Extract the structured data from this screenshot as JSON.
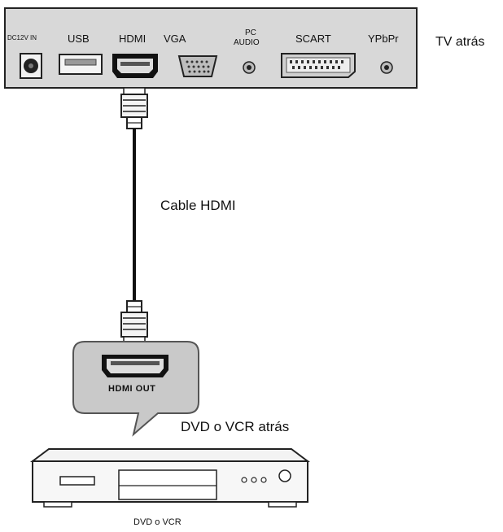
{
  "tv_panel": {
    "side_label": "TV atrás",
    "ports": {
      "dc": "DC12V IN",
      "usb": "USB",
      "hdmi": "HDMI",
      "vga": "VGA",
      "pc_audio_1": "PC",
      "pc_audio_2": "AUDIO",
      "scart": "SCART",
      "ypbpr": "YPbPr"
    }
  },
  "cable_label": "Cable HDMI",
  "callout": {
    "port_label": "HDMI OUT",
    "side_label": "DVD o VCR atrás"
  },
  "device_label": "DVD o VCR"
}
